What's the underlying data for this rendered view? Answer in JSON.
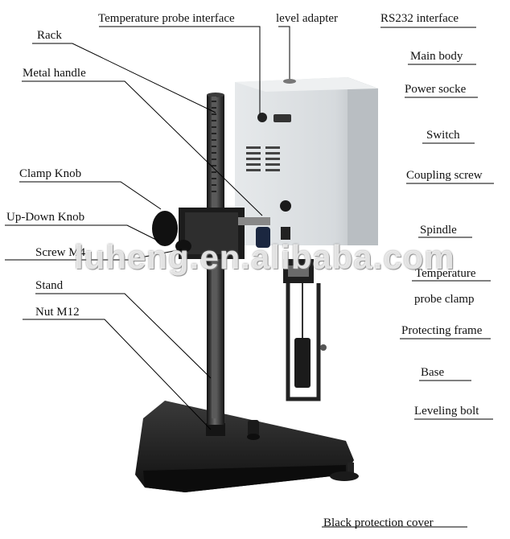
{
  "labels": {
    "temperature_probe_interface": "Temperature probe interface",
    "level_adapter": "level adapter",
    "rs232_interface": "RS232 interface",
    "rack": "Rack",
    "main_body": "Main body",
    "metal_handle": "Metal handle",
    "power_socket": "Power socke",
    "switch": "Switch",
    "clamp_knob": "Clamp Knob",
    "coupling_screw": "Coupling screw",
    "up_down_knob": "Up-Down Knob",
    "spindle": "Spindle",
    "screw_m4": "Screw M4",
    "temperature_probe_clamp_line1": "Temperature",
    "temperature_probe_clamp_line2": "probe clamp",
    "stand": "Stand",
    "nut_m12": "Nut M12",
    "protecting_frame": "Protecting frame",
    "base": "Base",
    "leveling_bolt": "Leveling bolt",
    "black_protection_cover": "Black protection cover"
  },
  "watermark": "luheng.en.alibaba.com",
  "colors": {
    "body": "#d9dde0",
    "body_shade": "#b7bcc0",
    "metal_dark": "#2a2a2a",
    "base": "#1e1e1e",
    "line": "#000000"
  }
}
